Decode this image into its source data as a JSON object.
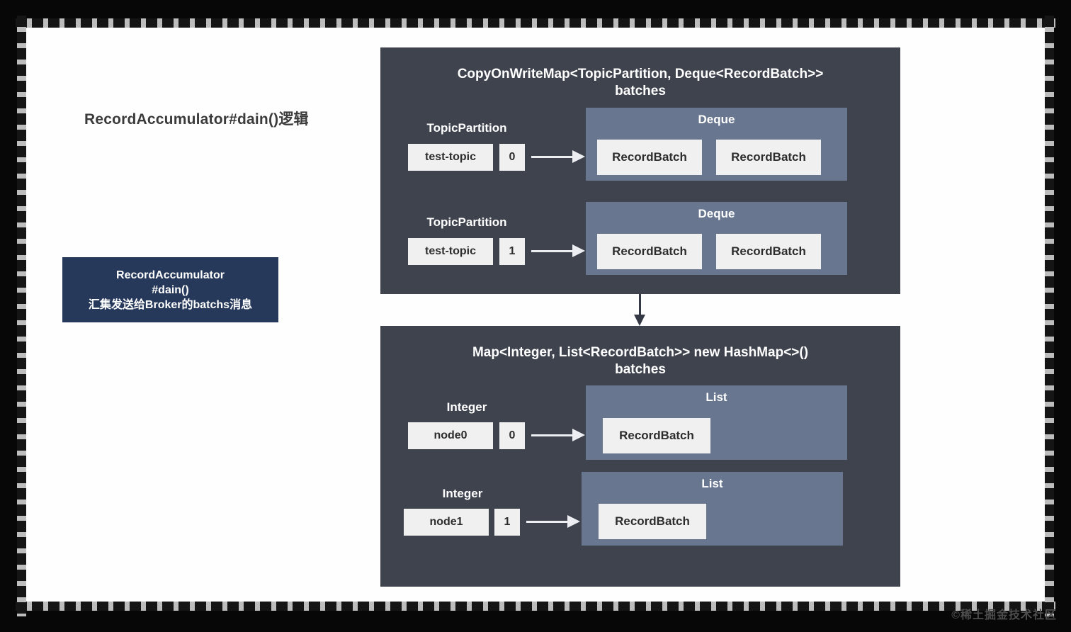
{
  "page": {
    "title": "RecordAccumulator#dain()逻辑",
    "watermark": "©稀土掘金技术社区"
  },
  "summary_box": {
    "line1": "RecordAccumulator",
    "line2": "#dain()",
    "line3": "汇集发送给Broker的batchs消息"
  },
  "top_panel": {
    "title_line1": "CopyOnWriteMap<TopicPartition, Deque<RecordBatch>>",
    "title_line2": "batches",
    "rows": [
      {
        "key_label": "TopicPartition",
        "key": "test-topic",
        "index": "0",
        "container_label": "Deque",
        "items": [
          "RecordBatch",
          "RecordBatch"
        ]
      },
      {
        "key_label": "TopicPartition",
        "key": "test-topic",
        "index": "1",
        "container_label": "Deque",
        "items": [
          "RecordBatch",
          "RecordBatch"
        ]
      }
    ]
  },
  "bottom_panel": {
    "title_line1": "Map<Integer, List<RecordBatch>> new HashMap<>()",
    "title_line2": "batches",
    "rows": [
      {
        "key_label": "Integer",
        "key": "node0",
        "index": "0",
        "container_label": "List",
        "items": [
          "RecordBatch"
        ]
      },
      {
        "key_label": "Integer",
        "key": "node1",
        "index": "1",
        "container_label": "List",
        "items": [
          "RecordBatch"
        ]
      }
    ]
  },
  "colors": {
    "panel_bg": "#3f434e",
    "container_bg": "#68778f",
    "box_bg": "#f0f0f0",
    "summary_bg": "#26395b",
    "sheet_bg": "#fefefe",
    "arrow_light": "#eceef2",
    "arrow_dark": "#343945",
    "title_color": "#3b3b3b",
    "panel_text": "#ffffff",
    "box_text": "#2d2d2d",
    "watermark_color": "#4d4d4d"
  }
}
